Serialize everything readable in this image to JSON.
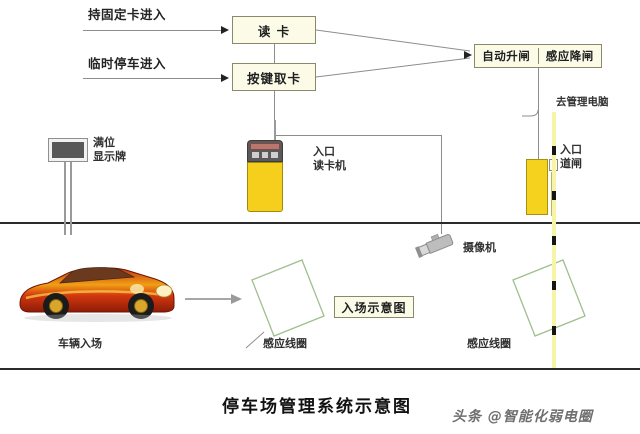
{
  "diagram": {
    "title": "停车场管理系统示意图",
    "watermark": "头条 @智能化弱电圈",
    "scene_caption": "入场示意图"
  },
  "flow": {
    "inputs": [
      {
        "label": "持固定卡进入"
      },
      {
        "label": "临时停车进入"
      }
    ],
    "boxes": [
      {
        "label": "读    卡"
      },
      {
        "label": "按键取卡"
      }
    ],
    "gate_box": {
      "left": "自动升闸",
      "right": "感应降闸"
    },
    "to_computer": "去管理电脑"
  },
  "devices": {
    "display_sign": "满位\n显示牌",
    "card_reader": "入口\n读卡机",
    "barrier_gate": "入口\n道闸",
    "camera": "摄像机",
    "coil_left": "感应线圈",
    "coil_right": "感应线圈",
    "vehicle": "车辆入场"
  },
  "colors": {
    "box_fill": "#fbfbe8",
    "box_border": "#8a8a6a",
    "kiosk_yellow": "#f5cf1c",
    "gate_yellow": "#f5d21d",
    "coil_green": "#9fbf8f",
    "line_grey": "#8d8d8d",
    "ground_black": "#2a2a2a"
  }
}
